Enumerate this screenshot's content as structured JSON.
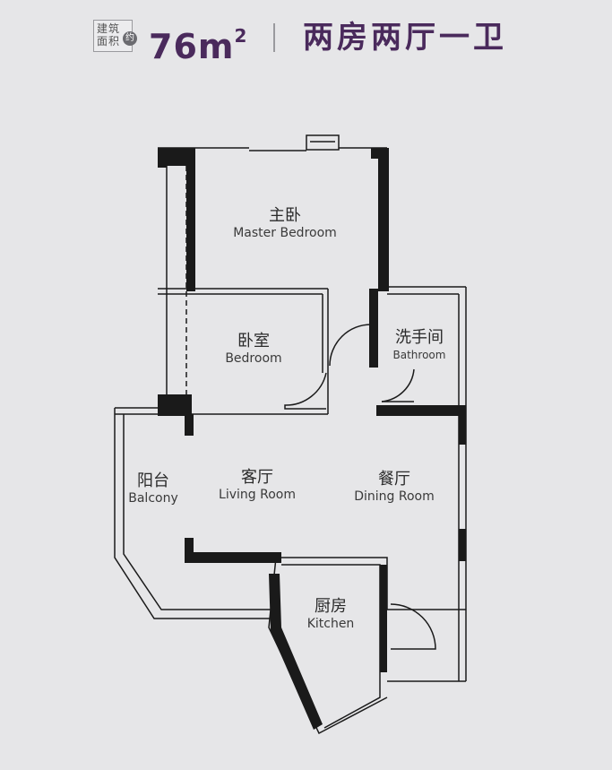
{
  "header": {
    "area_tag_line1": "建筑",
    "area_tag_line2": "面积",
    "approx_badge": "约",
    "area_number": "76m",
    "area_superscript": "2",
    "layout_title": "两房两厅一卫"
  },
  "rooms": {
    "master_bedroom": {
      "cn": "主卧",
      "en": "Master Bedroom"
    },
    "bedroom": {
      "cn": "卧室",
      "en": "Bedroom"
    },
    "bathroom": {
      "cn": "洗手间",
      "en": "Bathroom"
    },
    "living_room": {
      "cn": "客厅",
      "en": "Living Room"
    },
    "dining_room": {
      "cn": "餐厅",
      "en": "Dining Room"
    },
    "balcony": {
      "cn": "阳台",
      "en": "Balcony"
    },
    "kitchen": {
      "cn": "厨房",
      "en": "Kitchen"
    }
  },
  "colors": {
    "title_purple": "#4a2a5c",
    "wall": "#1a1a1a",
    "background": "#e6e6e8"
  }
}
